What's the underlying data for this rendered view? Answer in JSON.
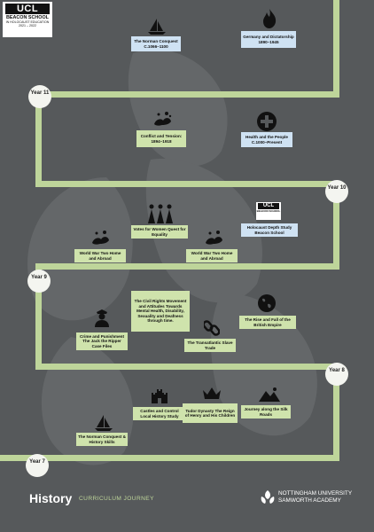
{
  "logo": {
    "brand": "UCL",
    "line1": "BEACON SCHOOL",
    "line2": "IN HOLOCAUST EDUCATION",
    "line3": "2021 – 2022"
  },
  "years": [
    "Year 11",
    "Year 10",
    "Year 9",
    "Year 8",
    "Year 7"
  ],
  "topics": {
    "norman_conquest": "The Norman Conquest C.1066–1100",
    "germany": "Germany and Dictatorship 1890–1945",
    "conflict": "Conflict and Tension: 1894–1918",
    "health": "Health and the People C.1000–Present",
    "votes": "Votes for Women Quest for Equality",
    "holocaust": "Holocaust Depth Study Beacon School",
    "ww2_a": "World War Two Home and Abroad",
    "ww2_b": "World War Two Home and Abroad",
    "civil_rights": "The Civil Rights Movement and Attitudes Towards Mental Health, Disability, Sexuality and Deafness through time.",
    "crime": "Crime and Punishment The Jack the Ripper Case Files",
    "slave_trade": "The Transatlantic Slave Trade",
    "british_empire": "The Rise and Fall of the British Empire",
    "castles": "Castles and Control Local History Study",
    "silk": "Journey along the Silk Roads",
    "tudor": "Tudor Dynasty The Reign of Henry and His Children",
    "norman_skills": "The Norman Conquest & History Skills"
  },
  "holocaust_logo": {
    "brand": "UCL",
    "text": "BEACON SCHOOL"
  },
  "footer": {
    "title": "History",
    "subtitle": "CURRICULUM JOURNEY",
    "school_line1": "NOTTINGHAM UNIVERSITY",
    "school_line2": "SAMWORTH ACADEMY"
  },
  "colors": {
    "background": "#56595b",
    "road": "#bed59a",
    "box_green": "#cfe3ac",
    "box_blue": "#cfe2f3"
  }
}
